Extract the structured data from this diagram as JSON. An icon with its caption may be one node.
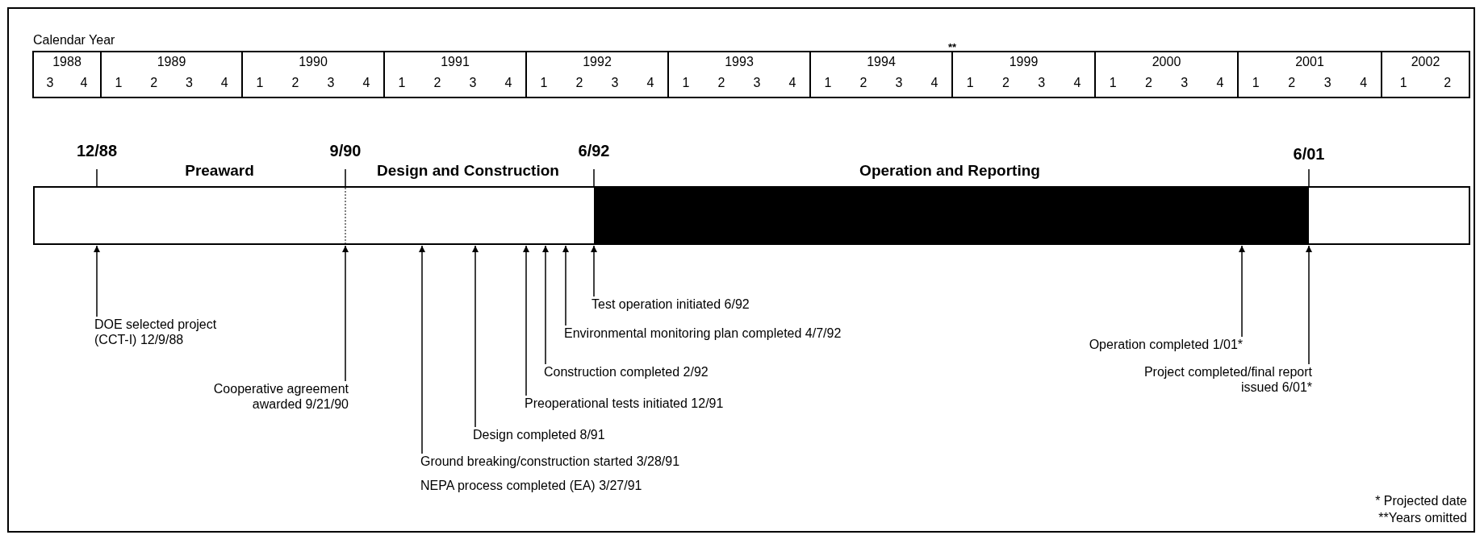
{
  "diagram": {
    "nodes": [
      {
        "text": [],
        "shape": "bar"
      },
      {
        "text": [
          "DOE selected project (CCT-I) 12/9/88"
        ]
      },
      {
        "text": [
          "Cooperative agreement awarded 9/21/90"
        ]
      },
      {
        "text": [
          "Ground breaking/construction started 3/28/91",
          "NEPA process completed (EA) 3/27/91"
        ]
      },
      {
        "text": [
          "Design completed 8/91"
        ]
      },
      {
        "text": [
          "Preoperational tests initiated 12/91"
        ]
      },
      {
        "text": [
          "Construction completed 2/92"
        ]
      },
      {
        "text": [
          "Environmental monitoring plan completed 4/7/92"
        ]
      },
      {
        "text": [
          "Test operation initiated 6/92"
        ]
      },
      {
        "text": [
          "Operation completed 1/01*"
        ]
      },
      {
        "text": [
          "Project completed/final report issued 6/01*"
        ]
      }
    ],
    "edges": [
      {
        "from": 1,
        "to": 0,
        "arrow": "to"
      },
      {
        "from": 2,
        "to": 0,
        "arrow": "to"
      },
      {
        "from": 3,
        "to": 0,
        "arrow": "to"
      },
      {
        "from": 4,
        "to": 0,
        "arrow": "to"
      },
      {
        "from": 5,
        "to": 0,
        "arrow": "to"
      },
      {
        "from": 6,
        "to": 0,
        "arrow": "to"
      },
      {
        "from": 7,
        "to": 0,
        "arrow": "to"
      },
      {
        "from": 8,
        "to": 0,
        "arrow": "to"
      },
      {
        "from": 9,
        "to": 0,
        "arrow": "to"
      },
      {
        "from": 10,
        "to": 0,
        "arrow": "to"
      }
    ],
    "labels": [
      "Calendar Year",
      "**",
      "1988",
      "1989",
      "1990",
      "1991",
      "1992",
      "1993",
      "1994",
      "1999",
      "2000",
      "2001",
      "2002",
      "3",
      "4",
      "1",
      "2",
      "3",
      "4",
      "1",
      "2",
      "3",
      "4",
      "1",
      "2",
      "3",
      "4",
      "1",
      "2",
      "3",
      "4",
      "1",
      "2",
      "3",
      "4",
      "1",
      "2",
      "3",
      "4",
      "1",
      "2",
      "3",
      "4",
      "1",
      "2",
      "3",
      "4",
      "1",
      "2",
      "3",
      "4",
      "1",
      "2",
      "12/88",
      "Preaward",
      "9/90",
      "Design and Construction",
      "6/92",
      "Operation and Reporting",
      "6/01",
      "* Projected date",
      "**Years omitted"
    ]
  }
}
